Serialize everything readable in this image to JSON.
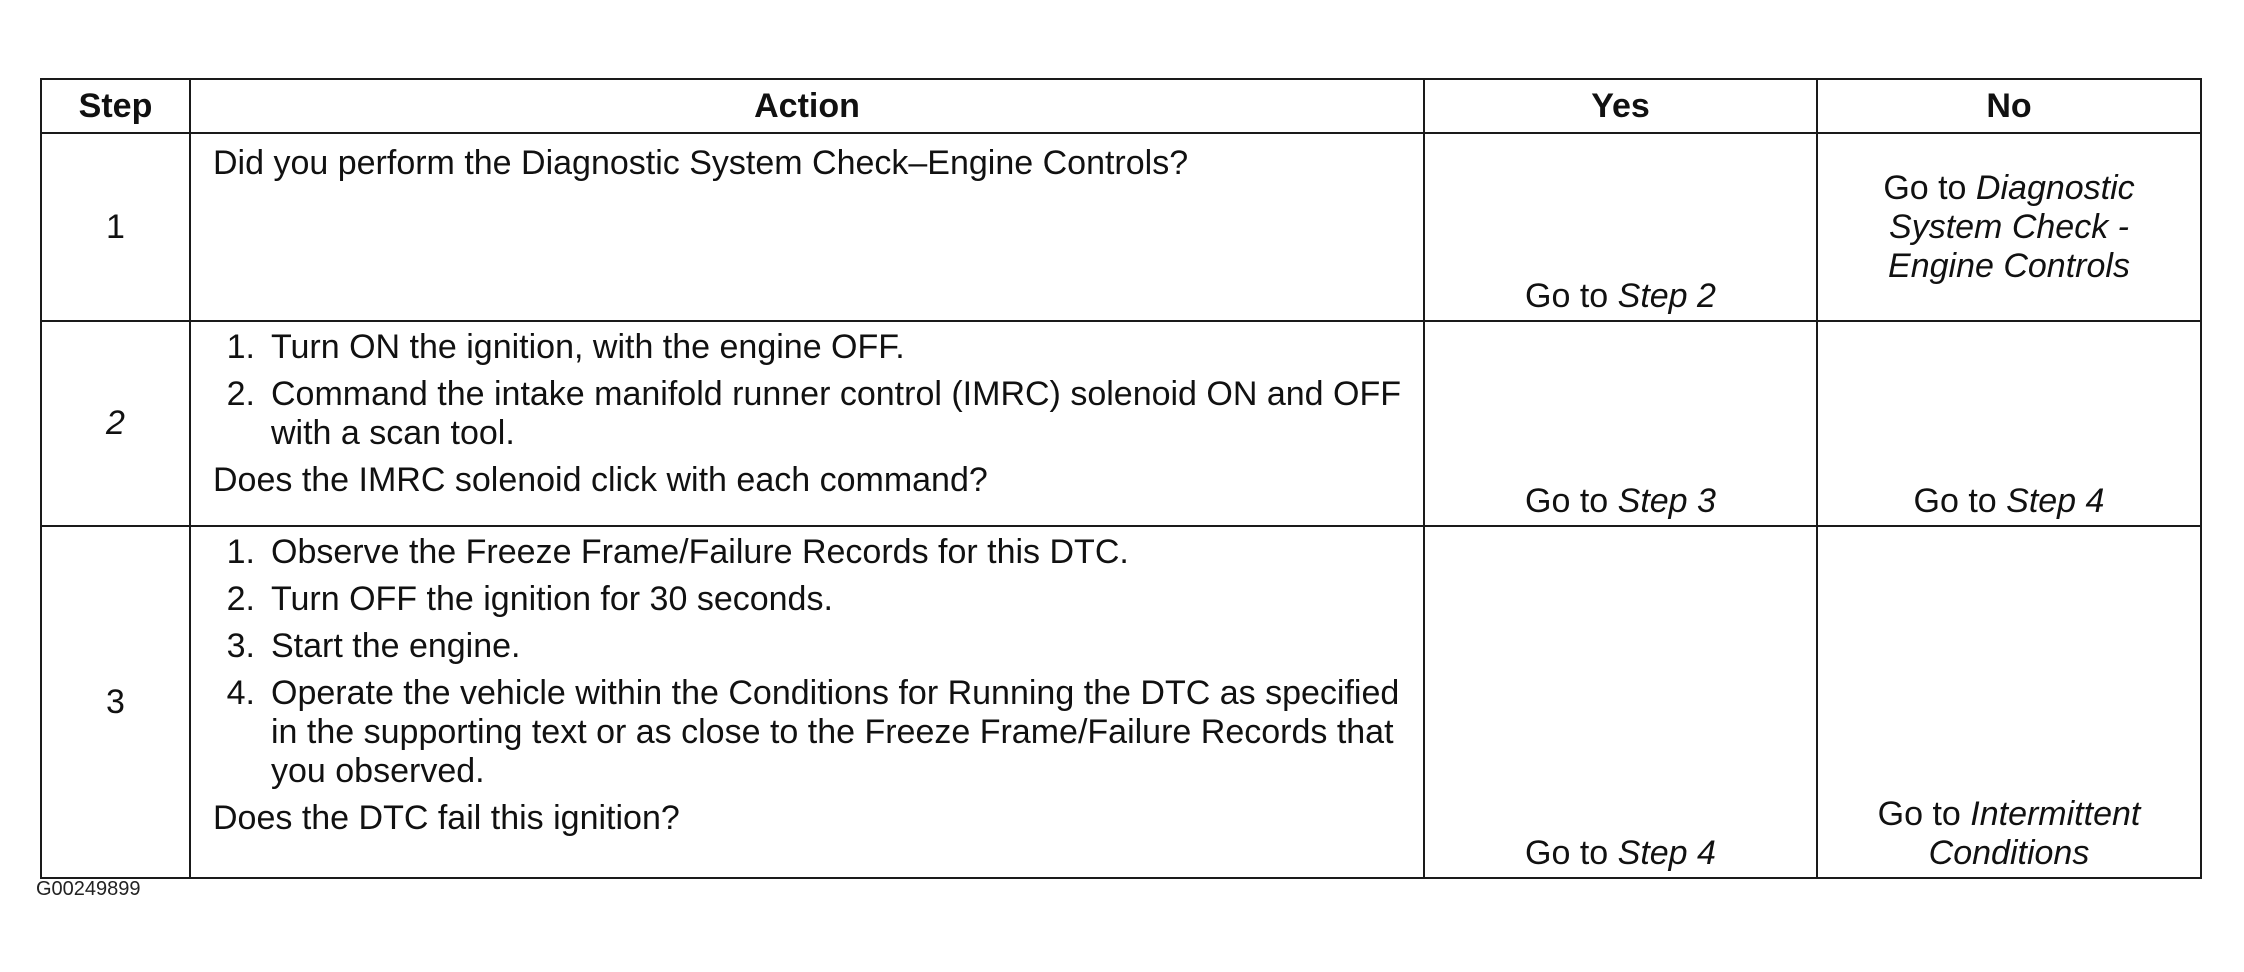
{
  "table": {
    "headers": {
      "step": "Step",
      "action": "Action",
      "yes": "Yes",
      "no": "No"
    },
    "rows": [
      {
        "step": "1",
        "question": "Did you perform the Diagnostic System Check–Engine Controls?",
        "yes_prefix": "Go to ",
        "yes_ref": "Step 2",
        "no_prefix": "Go to ",
        "no_ref": "Diagnostic System Check - Engine Controls"
      },
      {
        "step": "2",
        "steps": [
          {
            "num": "1.",
            "text": "Turn ON the ignition, with the engine OFF."
          },
          {
            "num": "2.",
            "text": "Command the intake manifold runner control (IMRC) solenoid ON and OFF with a scan tool."
          }
        ],
        "question": "Does the IMRC solenoid click with each command?",
        "yes_prefix": "Go to ",
        "yes_ref": "Step 3",
        "no_prefix": "Go to ",
        "no_ref": "Step 4"
      },
      {
        "step": "3",
        "steps": [
          {
            "num": "1.",
            "text": "Observe the Freeze Frame/Failure Records for this DTC."
          },
          {
            "num": "2.",
            "text": "Turn OFF the ignition for 30 seconds."
          },
          {
            "num": "3.",
            "text": "Start the engine."
          },
          {
            "num": "4.",
            "text": "Operate the vehicle within the Conditions for Running the DTC as specified in the supporting text or as close to the Freeze Frame/Failure Records that you observed."
          }
        ],
        "question": "Does the DTC fail this ignition?",
        "yes_prefix": "Go to ",
        "yes_ref": "Step 4",
        "no_prefix": "Go to ",
        "no_ref": "Intermittent Conditions"
      }
    ]
  },
  "figure_id": "G00249899"
}
